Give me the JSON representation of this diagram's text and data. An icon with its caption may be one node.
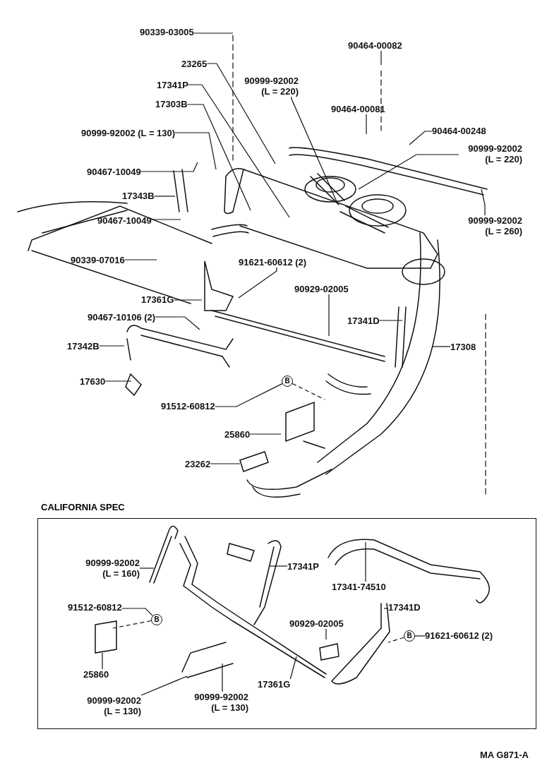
{
  "diagram": {
    "nodes": [
      {
        "text": [
          "90339-03005"
        ]
      },
      {
        "text": [
          "90464-00082"
        ]
      },
      {
        "text": [
          "23265"
        ]
      },
      {
        "text": [
          "90999-92002 (L = 220)"
        ]
      },
      {
        "text": [
          "17341P"
        ]
      },
      {
        "text": [
          "90464-00081"
        ]
      },
      {
        "text": [
          "17303B"
        ]
      },
      {
        "text": [
          "90464-00248"
        ]
      },
      {
        "text": [
          "90999-92002 (L = 130)"
        ]
      },
      {
        "text": [
          "90999-92002 (L = 220)"
        ]
      },
      {
        "text": [
          "90467-10049"
        ]
      },
      {
        "text": [
          "17343B"
        ]
      },
      {
        "text": [
          "90999-92002 (L = 260)"
        ]
      },
      {
        "text": [
          "90467-10049"
        ]
      },
      {
        "text": [
          "90339-07016"
        ]
      },
      {
        "text": [
          "91621-60612 (2)"
        ]
      },
      {
        "text": [
          "17361G"
        ]
      },
      {
        "text": [
          "90929-02005"
        ]
      },
      {
        "text": [
          "90467-10106 (2)"
        ]
      },
      {
        "text": [
          "17341D"
        ]
      },
      {
        "text": [
          "17342B"
        ]
      },
      {
        "text": [
          "17308"
        ]
      },
      {
        "text": [
          "17630"
        ]
      },
      {
        "text": [
          "B"
        ]
      },
      {
        "text": [
          "91512-60812"
        ]
      },
      {
        "text": [
          "25860"
        ]
      },
      {
        "text": [
          "23262"
        ]
      },
      {
        "text": [
          "CALIFORNIA SPEC"
        ]
      },
      {
        "text": [
          "90999-92002 (L = 160)"
        ],
        "in": 27
      },
      {
        "text": [
          "17341P"
        ],
        "in": 27
      },
      {
        "text": [
          "17341-74510"
        ],
        "in": 27
      },
      {
        "text": [
          "17341D"
        ],
        "in": 27
      },
      {
        "text": [
          "91512-60812"
        ],
        "in": 27
      },
      {
        "text": [
          "B"
        ],
        "in": 27
      },
      {
        "text": [
          "90929-02005"
        ],
        "in": 27
      },
      {
        "text": [
          "B"
        ],
        "in": 27
      },
      {
        "text": [
          "91621-60612 (2)"
        ],
        "in": 27
      },
      {
        "text": [
          "25860"
        ],
        "in": 27
      },
      {
        "text": [
          "17361G"
        ],
        "in": 27
      },
      {
        "text": [
          "90999-92002 (L = 130)"
        ],
        "in": 27
      },
      {
        "text": [
          "90999-92002 (L = 130)"
        ],
        "in": 27
      }
    ],
    "edges": [
      {
        "from": 0,
        "to": null,
        "arrow": "none"
      },
      {
        "from": 1,
        "to": null,
        "arrow": "none"
      },
      {
        "from": 2,
        "to": null,
        "arrow": "none"
      },
      {
        "from": 3,
        "to": null,
        "arrow": "none"
      },
      {
        "from": 4,
        "to": null,
        "arrow": "none"
      },
      {
        "from": 5,
        "to": null,
        "arrow": "none"
      },
      {
        "from": 6,
        "to": null,
        "arrow": "none"
      },
      {
        "from": 7,
        "to": null,
        "arrow": "none"
      },
      {
        "from": 8,
        "to": null,
        "arrow": "none"
      },
      {
        "from": 9,
        "to": null,
        "arrow": "none"
      },
      {
        "from": 10,
        "to": null,
        "arrow": "none"
      },
      {
        "from": 11,
        "to": null,
        "arrow": "none"
      },
      {
        "from": 12,
        "to": null,
        "arrow": "none"
      },
      {
        "from": 13,
        "to": null,
        "arrow": "none"
      },
      {
        "from": 14,
        "to": null,
        "arrow": "none"
      },
      {
        "from": 15,
        "to": null,
        "arrow": "none"
      },
      {
        "from": 16,
        "to": null,
        "arrow": "none"
      },
      {
        "from": 17,
        "to": null,
        "arrow": "none"
      },
      {
        "from": 18,
        "to": null,
        "arrow": "none"
      },
      {
        "from": 19,
        "to": null,
        "arrow": "none"
      },
      {
        "from": 20,
        "to": null,
        "arrow": "none"
      },
      {
        "from": 21,
        "to": null,
        "arrow": "none"
      },
      {
        "from": 22,
        "to": null,
        "arrow": "none"
      },
      {
        "from": 24,
        "to": 23,
        "arrow": "none"
      },
      {
        "from": 23,
        "to": null,
        "arrow": "none",
        "style": "dashed"
      },
      {
        "from": 25,
        "to": null,
        "arrow": "none"
      },
      {
        "from": 26,
        "to": null,
        "arrow": "none"
      },
      {
        "from": 28,
        "to": null,
        "arrow": "none"
      },
      {
        "from": 29,
        "to": null,
        "arrow": "none"
      },
      {
        "from": 30,
        "to": null,
        "arrow": "none"
      },
      {
        "from": 31,
        "to": null,
        "arrow": "none"
      },
      {
        "from": 32,
        "to": 33,
        "arrow": "none"
      },
      {
        "from": 33,
        "to": null,
        "arrow": "none",
        "style": "dashed"
      },
      {
        "from": 34,
        "to": null,
        "arrow": "none"
      },
      {
        "from": 36,
        "to": 35,
        "arrow": "none"
      },
      {
        "from": 35,
        "to": null,
        "arrow": "none",
        "style": "dashed"
      },
      {
        "from": 37,
        "to": null,
        "arrow": "none"
      },
      {
        "from": 38,
        "to": null,
        "arrow": "none"
      },
      {
        "from": 39,
        "to": null,
        "arrow": "none"
      },
      {
        "from": 40,
        "to": null,
        "arrow": "none"
      }
    ],
    "labels": [
      "MA G871-A"
    ]
  }
}
